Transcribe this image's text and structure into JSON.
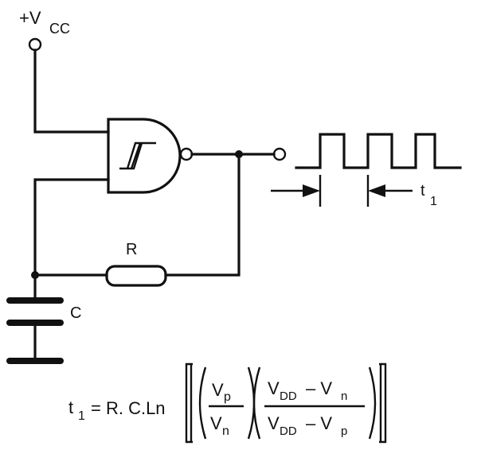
{
  "circuit": {
    "supply_label": "+V",
    "supply_subscript": "CC",
    "resistor_label": "R",
    "capacitor_label": "C",
    "period_label": "t",
    "period_subscript": "1"
  },
  "formula": {
    "lhs": "t",
    "lhs_sub": "1",
    "equals_rc": "= R. C.Ln",
    "frac1_num": "V",
    "frac1_num_sub": "p",
    "frac1_den": "V",
    "frac1_den_sub": "n",
    "frac2_num": "V",
    "frac2_num_sub": "DD",
    "frac2_num_tail": "– V",
    "frac2_num_tail_sub": "n",
    "frac2_den": "V",
    "frac2_den_sub": "DD",
    "frac2_den_tail": "– V",
    "frac2_den_tail_sub": "p"
  }
}
